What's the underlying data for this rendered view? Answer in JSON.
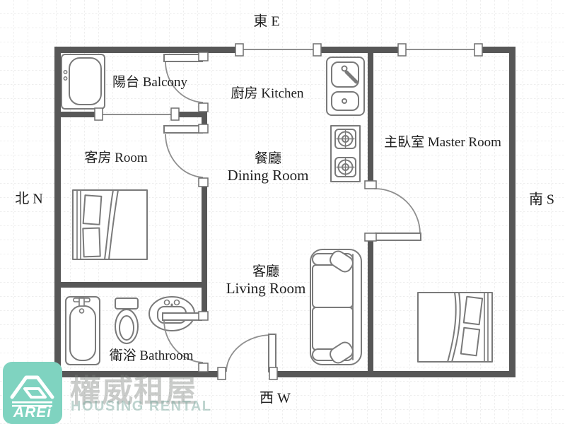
{
  "compass": {
    "east": "東 E",
    "west": "西 W",
    "north": "北 N",
    "south": "南 S"
  },
  "rooms": {
    "balcony": {
      "label": "陽台 Balcony"
    },
    "kitchen": {
      "label": "廚房 Kitchen"
    },
    "guest_room": {
      "label": "客房 Room"
    },
    "dining": {
      "zh": "餐廳",
      "en": "Dining Room"
    },
    "master": {
      "label": "主臥室 Master Room"
    },
    "living": {
      "zh": "客廳",
      "en": "Living Room"
    },
    "bathroom": {
      "label": "衛浴 Bathroom"
    }
  },
  "watermark": {
    "brand": "AREi",
    "zh": "權威租屋",
    "en": "HOUSING RENTAL"
  },
  "icons": [
    "washing-machine-icon",
    "kitchen-sink-icon",
    "stove-icon",
    "bathtub-icon",
    "toilet-icon",
    "washbasin-icon",
    "bed-icon",
    "sofa-icon",
    "house-logo-icon"
  ],
  "colors": {
    "wall": "#575757",
    "furniture_stroke": "#7a7a7a",
    "door_arc": "#8f8f8f",
    "grid": "#dcdcdc",
    "logo_teal": "#7fd3c0",
    "text": "#1f1f1f"
  }
}
